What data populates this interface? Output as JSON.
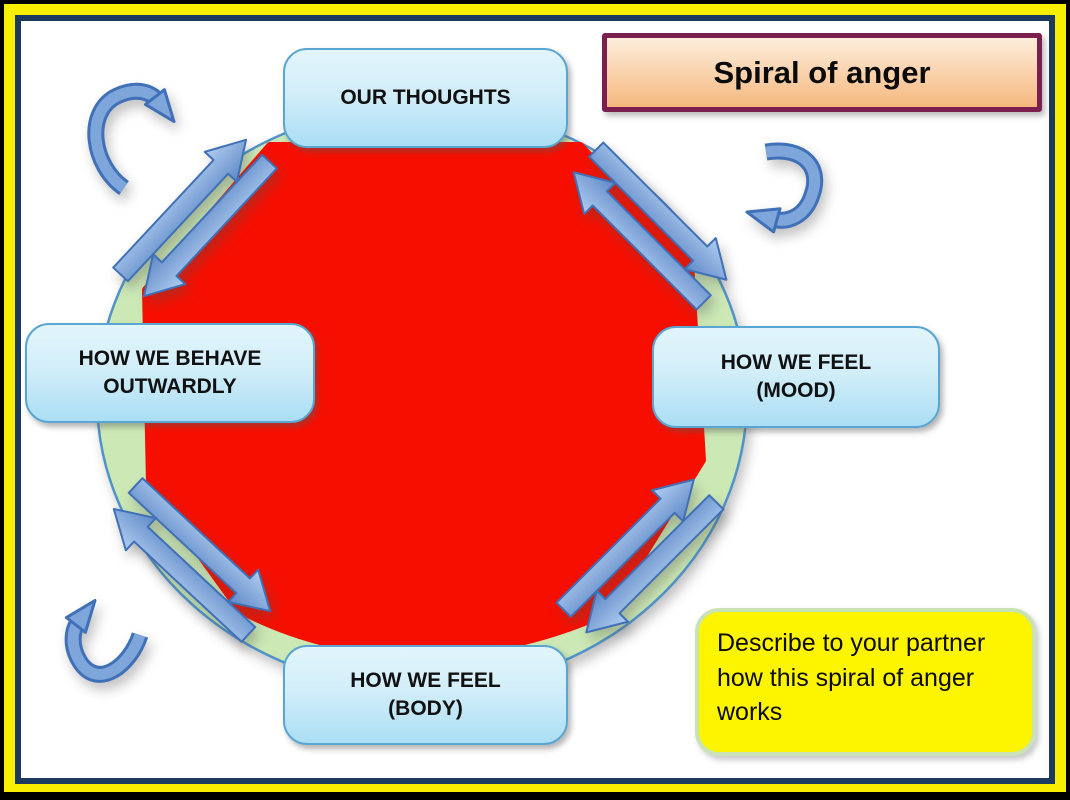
{
  "title_box": {
    "label": "Spiral of anger"
  },
  "nodes": {
    "thoughts": {
      "label": "OUR THOUGHTS",
      "sublabel": ""
    },
    "mood": {
      "label": "HOW WE FEEL",
      "sublabel": "(MOOD)"
    },
    "body": {
      "label": "HOW WE FEEL",
      "sublabel": "(BODY)"
    },
    "behave": {
      "label": "HOW WE BEHAVE",
      "sublabel": "OUTWARDLY"
    }
  },
  "note": {
    "text": "Describe to your partner how this spiral of anger works"
  },
  "colors": {
    "center": "#f60f00",
    "ring": "#cbe8b5",
    "ring-border": "#4f93c8",
    "arrow-border": "#4070b7",
    "node-top": "#e2f5fb",
    "node-bottom": "#abdef4",
    "node-border": "#58a6d1",
    "title-top": "#fdeedd",
    "title-bottom": "#f5b87e",
    "title-border": "#7a1f4e",
    "note-bg": "#fdf400",
    "note-border": "#c9e3b6",
    "frame-yellow": "#f8ee00",
    "frame-navy": "#1c3a60"
  }
}
